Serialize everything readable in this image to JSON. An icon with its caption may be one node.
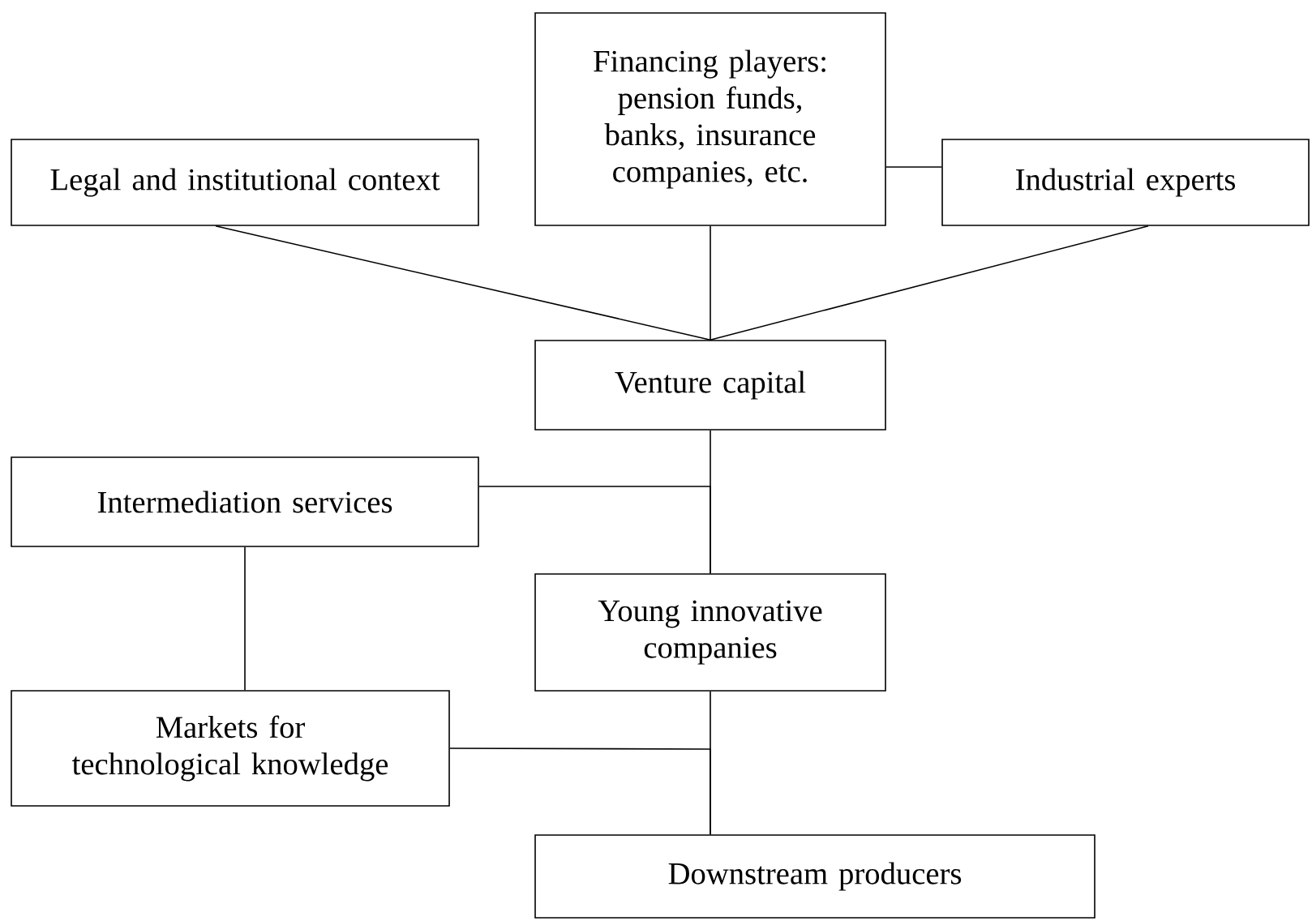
{
  "diagram": {
    "nodes": [
      {
        "text": [
          "Financing players: pension funds, banks, insurance companies, etc."
        ]
      },
      {
        "text": [
          "Legal and institutional context"
        ]
      },
      {
        "text": [
          "Industrial experts"
        ]
      },
      {
        "text": [
          "Venture capital"
        ]
      },
      {
        "text": [
          "Intermediation services"
        ]
      },
      {
        "text": [
          "Young innovative companies"
        ]
      },
      {
        "text": [
          "Markets for technological knowledge"
        ]
      },
      {
        "text": [
          "Downstream producers"
        ]
      }
    ],
    "edges": [
      {
        "from": 1,
        "to": 3,
        "arrow": "none"
      },
      {
        "from": 0,
        "to": 3,
        "arrow": "none"
      },
      {
        "from": 2,
        "to": 3,
        "arrow": "none"
      },
      {
        "from": 0,
        "to": 2,
        "arrow": "none"
      },
      {
        "from": 3,
        "to": 5,
        "arrow": "none"
      },
      {
        "from": 4,
        "to": 5,
        "arrow": "none"
      },
      {
        "from": 4,
        "to": 6,
        "arrow": "none"
      },
      {
        "from": 6,
        "to": 7,
        "arrow": "none"
      },
      {
        "from": 5,
        "to": 7,
        "arrow": "none"
      }
    ]
  }
}
